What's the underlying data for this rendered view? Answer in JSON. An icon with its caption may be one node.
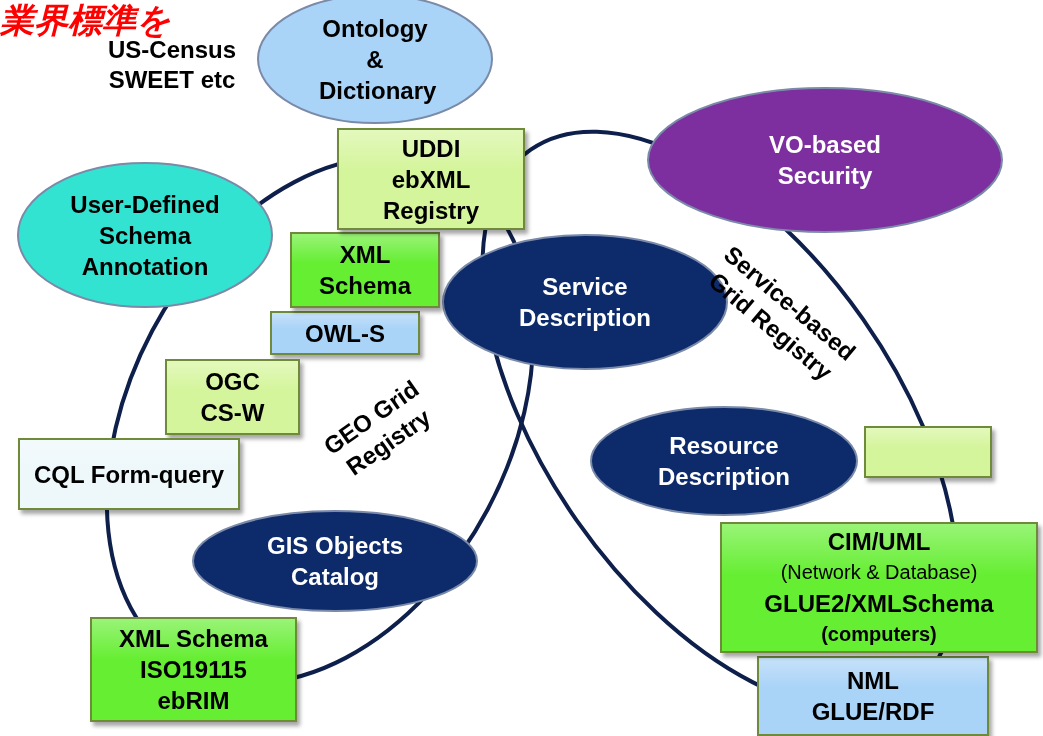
{
  "diagram": {
    "nodes": [
      {
        "text": [
          "Ontology & Dictionary"
        ]
      },
      {
        "text": [
          "UDDI ebXML Registry"
        ]
      },
      {
        "text": [
          "VO-based Security"
        ]
      },
      {
        "text": [
          "User-Defined Schema Annotation"
        ]
      },
      {
        "text": [
          "Service Description"
        ]
      },
      {
        "text": [
          "XML Schema"
        ]
      },
      {
        "text": [
          "OWL-S"
        ]
      },
      {
        "text": [
          "OGC CS-W"
        ]
      },
      {
        "text": [
          "CQL Form-query"
        ]
      },
      {
        "text": [
          "GIS Objects Catalog"
        ]
      },
      {
        "text": [
          "XML Schema ISO19115 ebRIM"
        ]
      },
      {
        "text": [
          "Resource Description"
        ]
      },
      {
        "text": [],
        "shape": "box"
      },
      {
        "text": [
          "CIM/UML",
          "(Network & Database)",
          "GLUE2/XMLSchema",
          "(computers)"
        ]
      },
      {
        "text": [
          "NML GLUE/RDF"
        ]
      }
    ],
    "edges": [],
    "labels": [
      "業界標準を",
      "US-Census SWEET etc",
      "GEO Grid Registry",
      "Service-based Grid Registry"
    ]
  }
}
